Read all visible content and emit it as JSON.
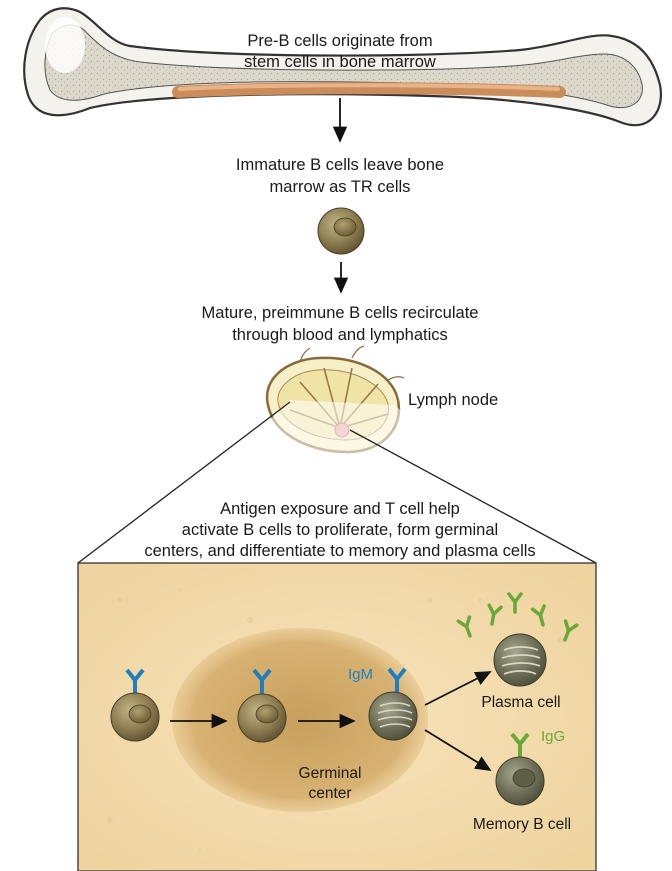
{
  "labels": {
    "bone_line1": "Pre-B cells originate from",
    "bone_line2": "stem cells in bone marrow",
    "immature_line1": "Immature B cells leave bone",
    "immature_line2": "marrow as TR cells",
    "mature_line1": "Mature, preimmune B cells recirculate",
    "mature_line2": "through blood and lymphatics",
    "lymph_node": "Lymph node",
    "antigen_line1": "Antigen exposure and T cell help",
    "antigen_line2": "activate B cells to proliferate, form germinal",
    "antigen_line3": "centers, and differentiate to memory and plasma cells",
    "germinal_line1": "Germinal",
    "germinal_line2": "center",
    "igm": "IgM",
    "igg": "IgG",
    "plasma_cell": "Plasma cell",
    "memory_b_cell": "Memory B cell"
  },
  "colors": {
    "igm_receptor": "#1e7fc0",
    "igg_antibody": "#6aa83a",
    "bone_outline": "#3a3a3a",
    "marrow": "#d8d4c8",
    "b_cell": "#8a7a52",
    "panel_background": "#f4dcae",
    "germinal_center": "#d2ac6c"
  }
}
